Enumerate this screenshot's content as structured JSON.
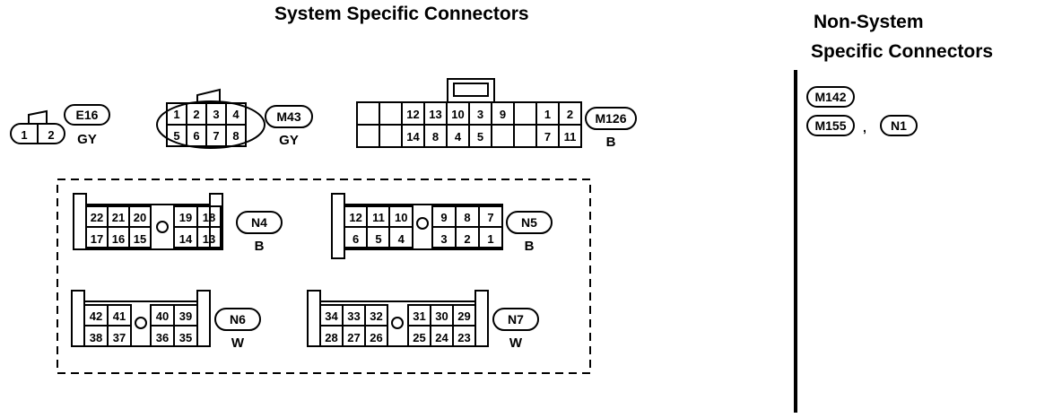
{
  "titles": {
    "system": "System Specific Connectors",
    "non_system_line1": "Non-System",
    "non_system_line2": "Specific Connectors"
  },
  "connectors": [
    {
      "id": "E16",
      "color": "GY",
      "rows": [
        [
          "1",
          "2"
        ]
      ]
    },
    {
      "id": "M43",
      "color": "GY",
      "rows": [
        [
          "1",
          "2",
          "3",
          "4"
        ],
        [
          "5",
          "6",
          "7",
          "8"
        ]
      ]
    },
    {
      "id": "M126",
      "color": "B",
      "rows": [
        [
          "",
          "",
          "12",
          "13",
          "10",
          "3",
          "9",
          "",
          "1",
          "2"
        ],
        [
          "",
          "",
          "14",
          "8",
          "4",
          "5",
          "",
          "",
          "7",
          "11"
        ]
      ]
    },
    {
      "id": "N4",
      "color": "B",
      "left": [
        [
          "22",
          "21",
          "20"
        ],
        [
          "17",
          "16",
          "15"
        ]
      ],
      "right": [
        [
          "19",
          "18"
        ],
        [
          "14",
          "13"
        ]
      ]
    },
    {
      "id": "N5",
      "color": "B",
      "left": [
        [
          "12",
          "11",
          "10"
        ],
        [
          "6",
          "5",
          "4"
        ]
      ],
      "right": [
        [
          "9",
          "8",
          "7"
        ],
        [
          "3",
          "2",
          "1"
        ]
      ]
    },
    {
      "id": "N6",
      "color": "W",
      "left": [
        [
          "42",
          "41"
        ],
        [
          "38",
          "37"
        ]
      ],
      "right": [
        [
          "40",
          "39"
        ],
        [
          "36",
          "35"
        ]
      ]
    },
    {
      "id": "N7",
      "color": "W",
      "left": [
        [
          "34",
          "33",
          "32"
        ],
        [
          "28",
          "27",
          "26"
        ]
      ],
      "right": [
        [
          "31",
          "30",
          "29"
        ],
        [
          "25",
          "24",
          "23"
        ]
      ]
    }
  ],
  "non_system": {
    "row1": [
      "M142"
    ],
    "row2": [
      "M155",
      "N1"
    ],
    "separator": ","
  }
}
